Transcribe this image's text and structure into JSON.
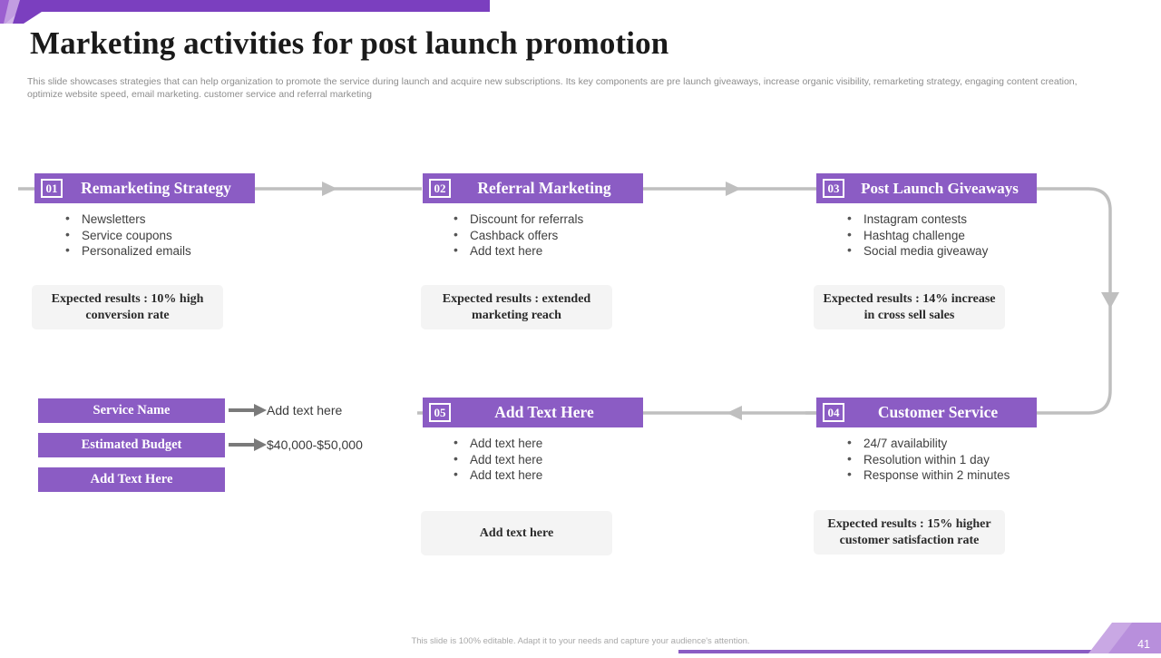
{
  "header": {
    "title": "Marketing activities for post launch promotion",
    "subtitle": "This slide showcases strategies that can help organization to promote the service during launch and acquire new subscriptions. Its key components are pre launch giveaways, increase organic visibility, remarketing strategy, engaging content creation, optimize website speed, email marketing.  customer service and referral marketing"
  },
  "theme": {
    "purple": "#8b5cc4",
    "connector_gray": "#bfbfbf",
    "result_bg": "#f4f4f4"
  },
  "stages": [
    {
      "number": "01",
      "title": "Remarketing Strategy",
      "bullets": [
        "Newsletters",
        "Service coupons",
        "Personalized emails"
      ],
      "result": "Expected results : 10% high conversion rate"
    },
    {
      "number": "02",
      "title": "Referral Marketing",
      "bullets": [
        "Discount for referrals",
        "Cashback offers",
        "Add text here"
      ],
      "result": "Expected results : extended marketing reach"
    },
    {
      "number": "03",
      "title": "Post Launch Giveaways",
      "bullets": [
        "Instagram contests",
        "Hashtag challenge",
        "Social media giveaway"
      ],
      "result": "Expected results : 14% increase in cross sell sales"
    },
    {
      "number": "04",
      "title": "Customer Service",
      "bullets": [
        "24/7 availability",
        "Resolution within 1 day",
        "Response within 2 minutes"
      ],
      "result": "Expected results : 15% higher customer satisfaction rate"
    },
    {
      "number": "05",
      "title": "Add Text Here",
      "bullets": [
        "Add text here",
        "Add text here",
        "Add text here"
      ],
      "result": "Add text here"
    }
  ],
  "info_table": {
    "rows": [
      {
        "label": "Service Name",
        "value": "Add text here"
      },
      {
        "label": "Estimated Budget",
        "value": "$40,000-$50,000"
      },
      {
        "label": "Add Text Here",
        "value": ""
      }
    ]
  },
  "footer": {
    "note": "This slide is 100% editable. Adapt it to your needs and capture your audience's attention.",
    "page_number": "41"
  }
}
